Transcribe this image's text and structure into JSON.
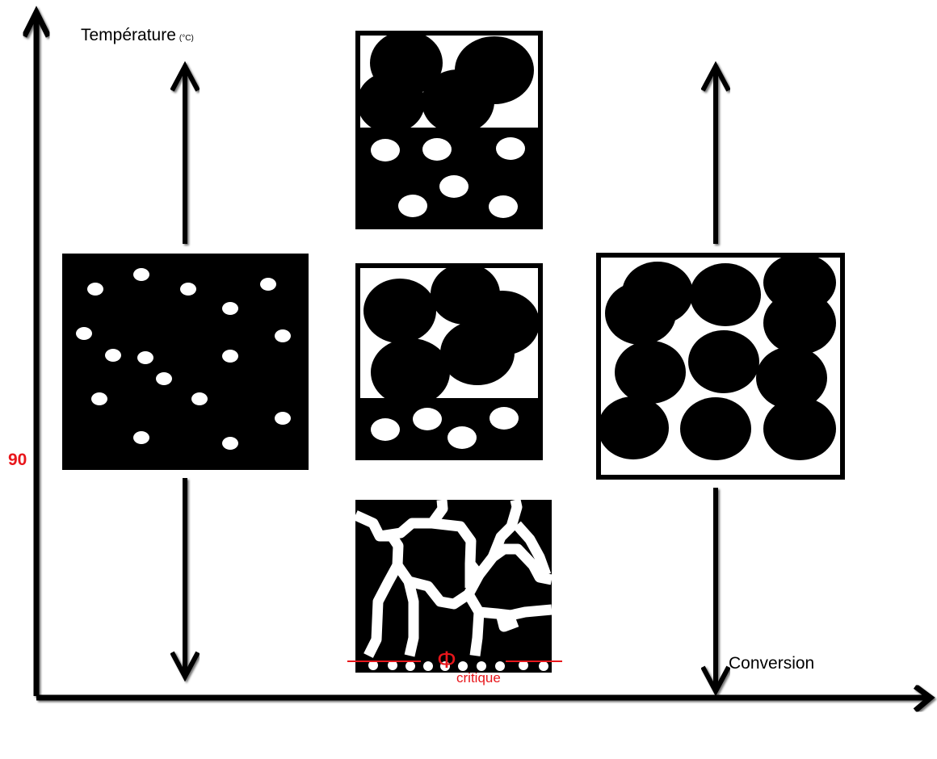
{
  "axes": {
    "y_label": "Température",
    "y_unit": "(°C)",
    "x_label": "Conversion",
    "y_marker": "90"
  },
  "critical": {
    "symbol": "Φ",
    "subscript": "critique"
  },
  "colors": {
    "ink": "#000000",
    "accent_red": "#e8161b",
    "background": "#ffffff"
  },
  "stages": [
    "homogeneous-matrix-with-dispersed-particles",
    "phase-separation-top-particles-bottom-matrix",
    "phase-separation-progressed",
    "branched-cocontinuous-network",
    "phase-inverted-particles"
  ]
}
